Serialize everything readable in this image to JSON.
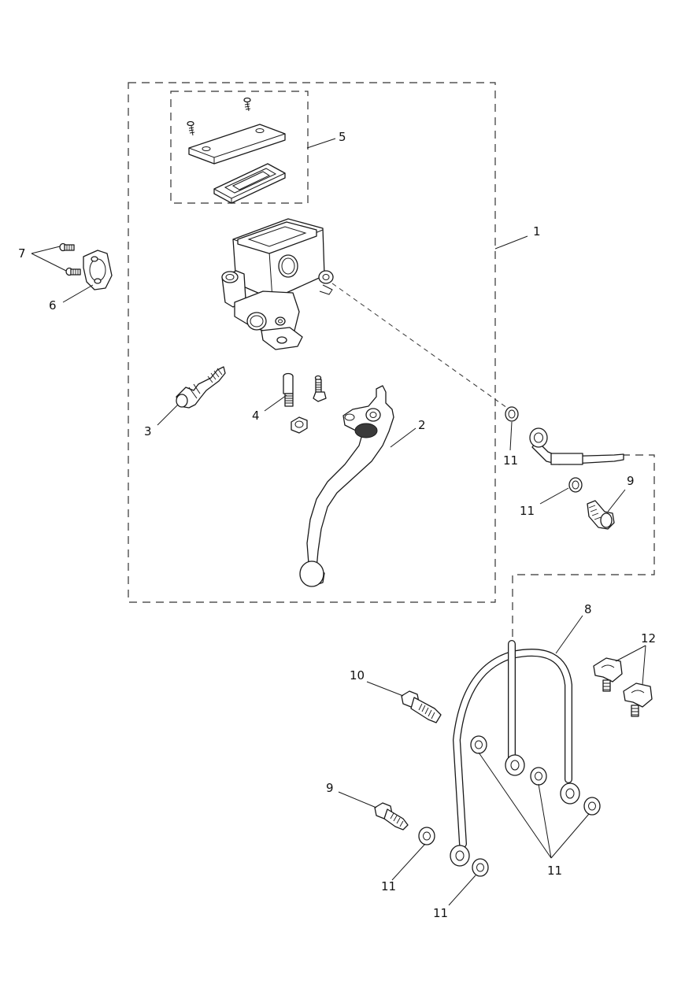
{
  "diagram": {
    "callouts": {
      "c1": "1",
      "c2": "2",
      "c3": "3",
      "c4": "4",
      "c5": "5",
      "c6": "6",
      "c7": "7",
      "c8": "8",
      "c9a": "9",
      "c9b": "9",
      "c10": "10",
      "c11a": "11",
      "c11b": "11",
      "c11c": "11",
      "c11d": "11",
      "c11e": "11",
      "c12": "12"
    }
  }
}
